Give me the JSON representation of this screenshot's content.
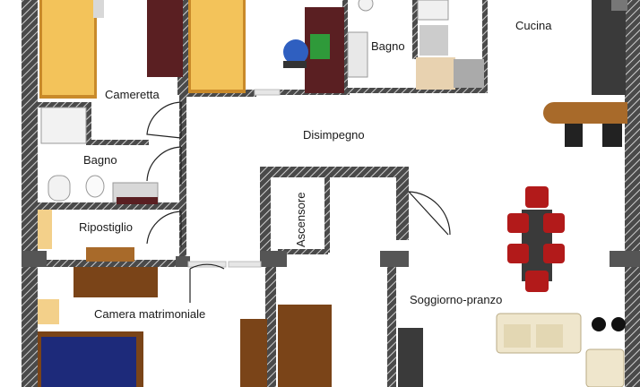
{
  "rooms": {
    "cameretta": "Cameretta",
    "bagno_top": "Bagno",
    "cucina": "Cucina",
    "disimpegno": "Disimpegno",
    "bagno_left": "Bagno",
    "ripostiglio": "Ripostiglio",
    "ascensore": "Ascensore",
    "camera": "Camera matrimoniale",
    "soggiorno": "Soggiorno-pranzo"
  },
  "colors": {
    "wall_fill": "#555555",
    "wall_hatch": "#d8d8d8",
    "bed_yellow": "#f3c35a",
    "bed_frame": "#c98a2a",
    "bed_blue": "#1d2a7a",
    "wood_dark": "#5a1f22",
    "wood_brown": "#7a4418",
    "wood_mid": "#a86a2a",
    "chair_red": "#b21a1a",
    "sofa_cream": "#efe6cc",
    "kitchen_dark": "#3a3a3a",
    "chair_blue": "#2f5fc0",
    "book_green": "#2f9a3a"
  }
}
